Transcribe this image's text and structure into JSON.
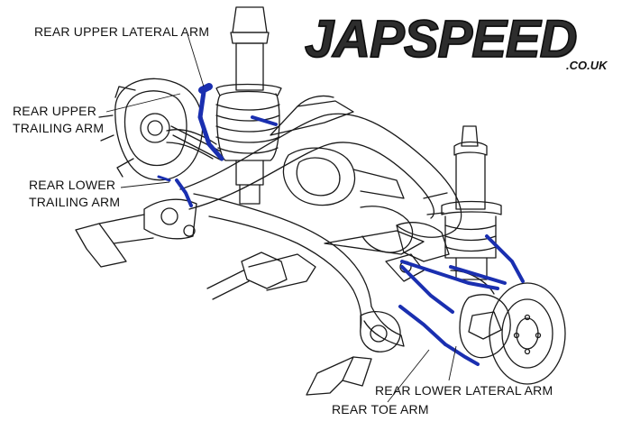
{
  "brand": {
    "name": "JAPSPEED",
    "domain": ".CO.UK",
    "color": "#2d2d2d"
  },
  "labels": {
    "rear_upper_lateral_arm": "REAR UPPER LATERAL ARM",
    "rear_upper_trailing_arm_line1": "REAR UPPER",
    "rear_upper_trailing_arm_line2": "TRAILING ARM",
    "rear_lower_trailing_arm_line1": "REAR LOWER",
    "rear_lower_trailing_arm_line2": "TRAILING ARM",
    "rear_lower_lateral_arm": "REAR LOWER LATERAL ARM",
    "rear_toe_arm": "REAR TOE ARM"
  },
  "colors": {
    "highlight_arm": "#1a2fb0",
    "line_art": "#1a1a1a",
    "background": "#ffffff"
  }
}
